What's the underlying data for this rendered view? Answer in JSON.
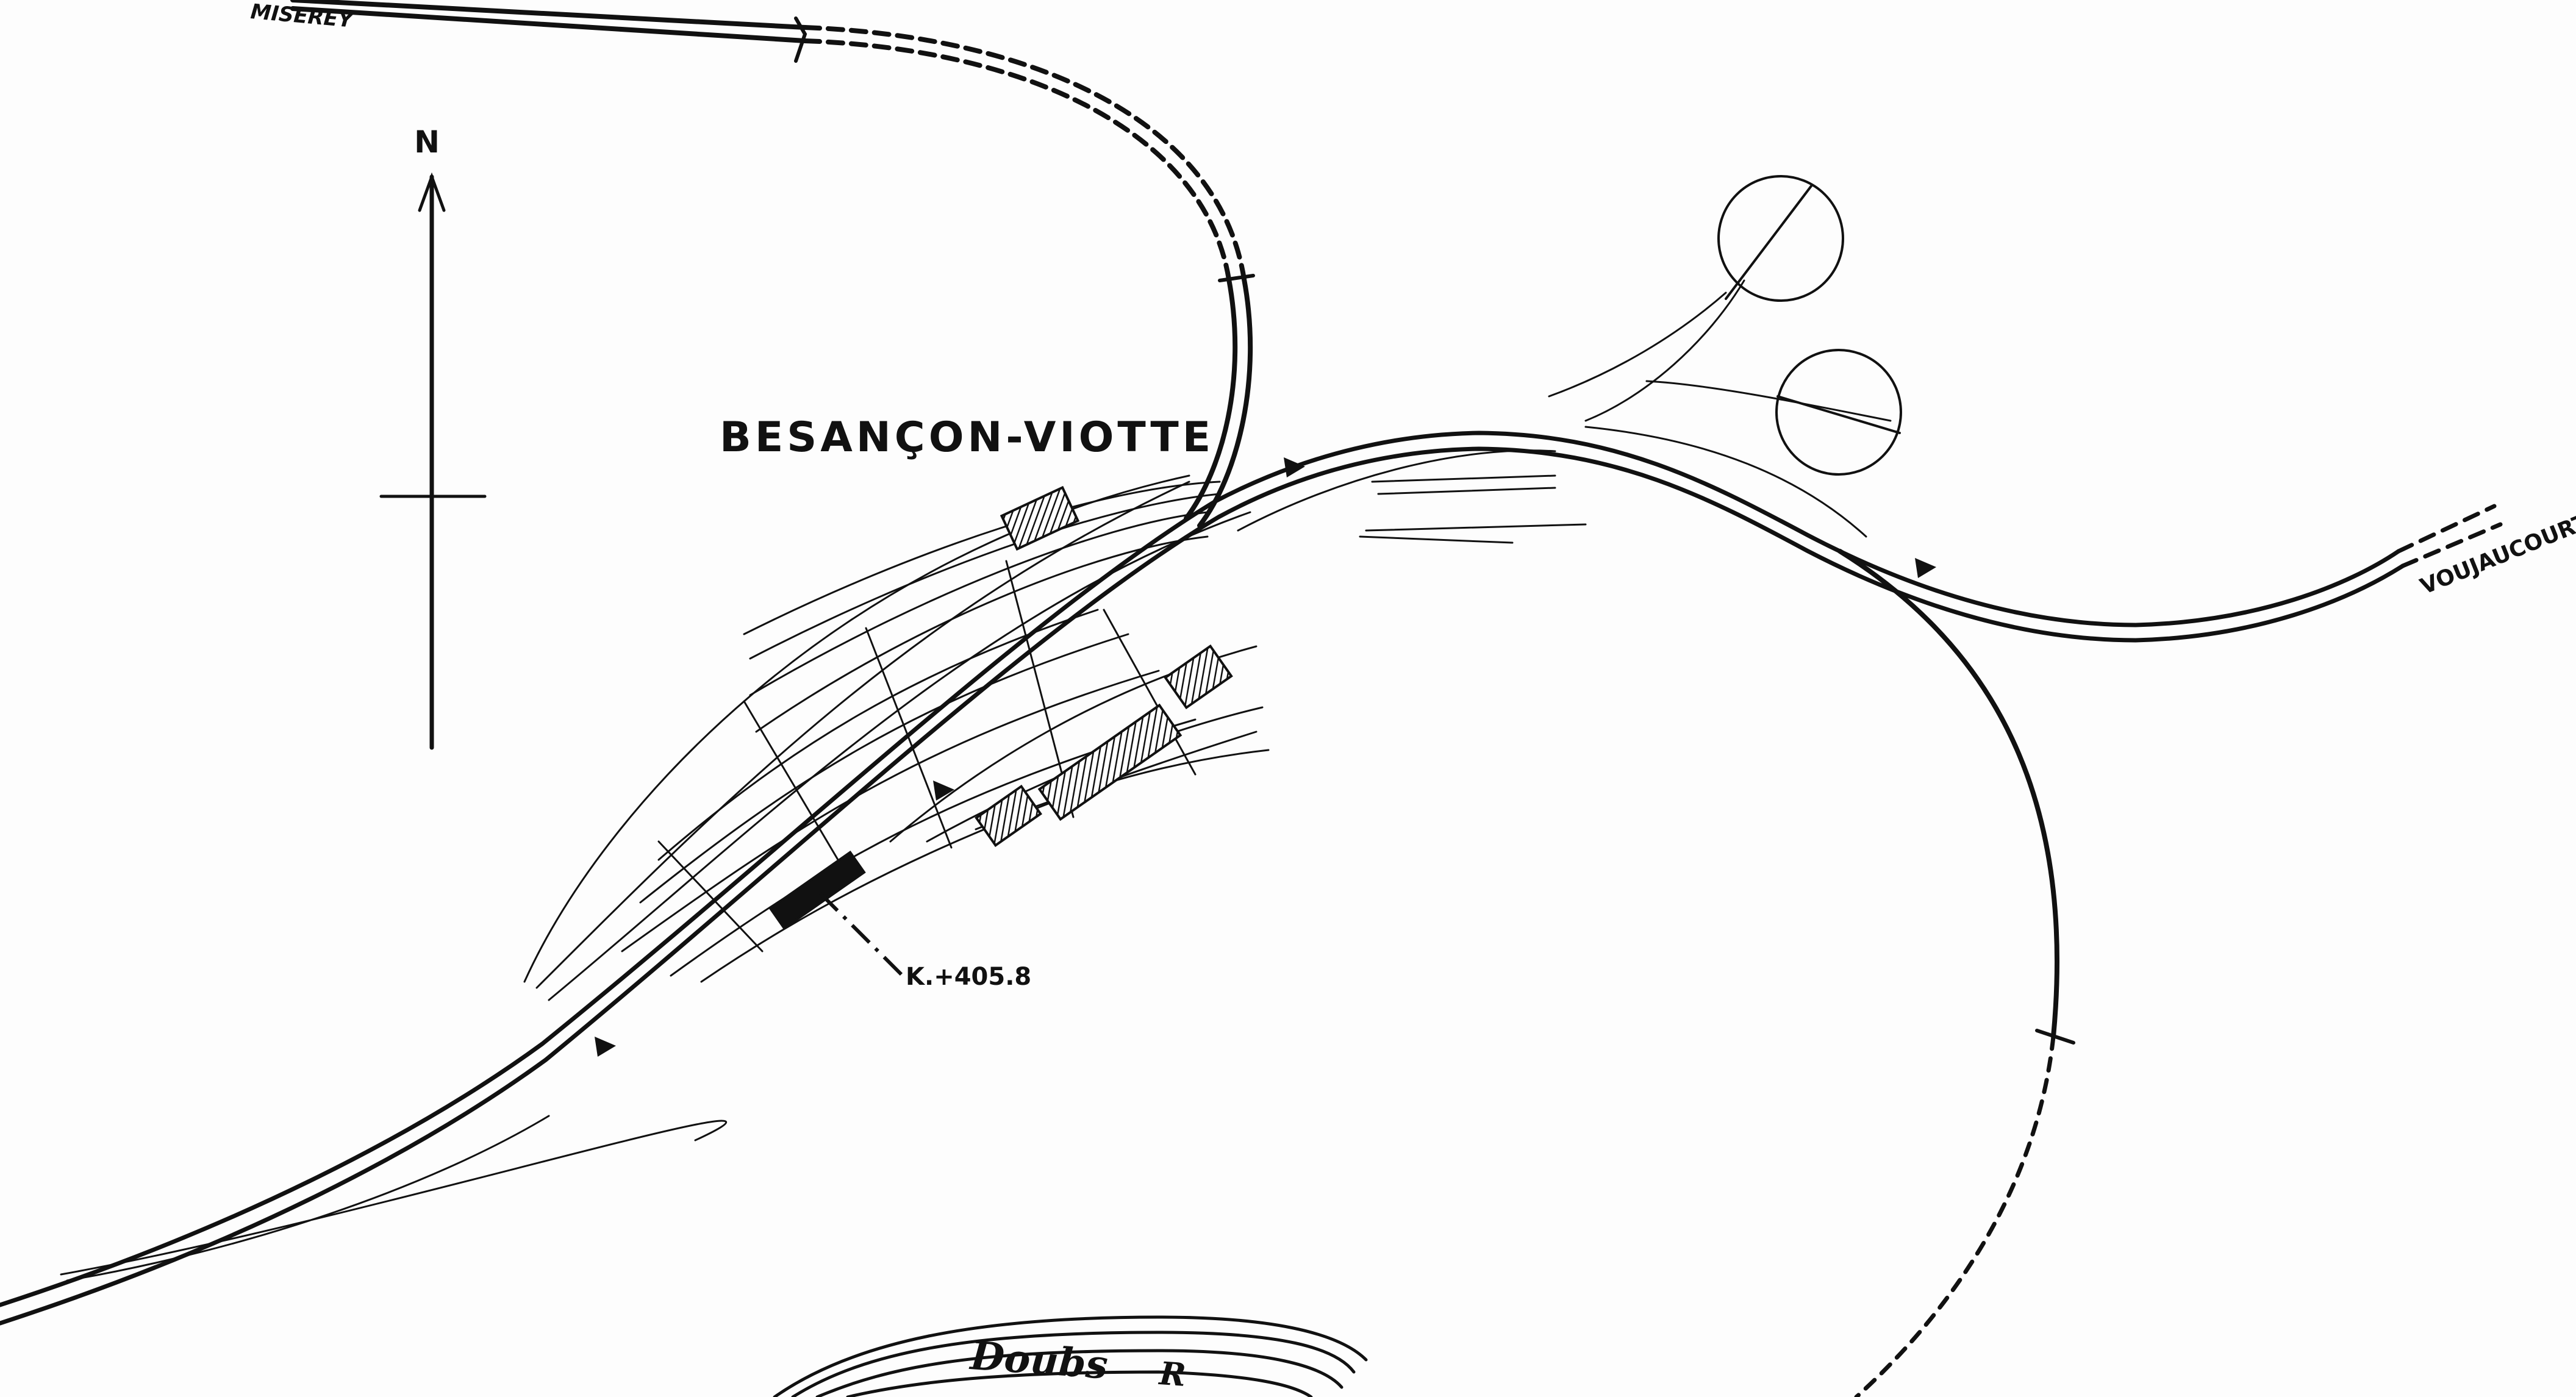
{
  "labels": {
    "north": "N",
    "station": "BESANÇON-VIOTTE",
    "kilometer": "K.+405.8",
    "miserey": "MISEREY",
    "voujaucourt": "VOUJAUCOURT",
    "river": "Doubs",
    "river_suffix": "R"
  },
  "colors": {
    "ink": "#111111",
    "paper": "#fdfdfd"
  }
}
